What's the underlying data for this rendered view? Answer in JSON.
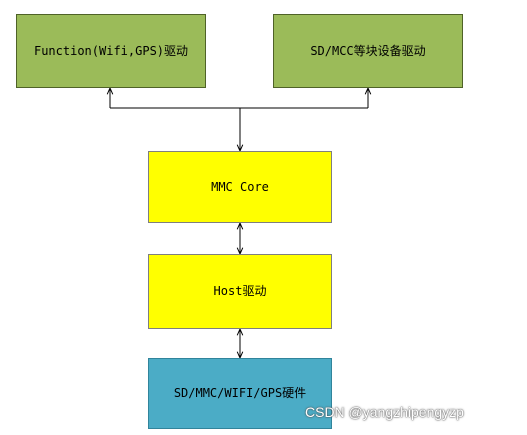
{
  "diagram": {
    "boxes": {
      "function_driver": {
        "label": "Function(Wifi,GPS)驱动",
        "color": "#9bbb59"
      },
      "block_driver": {
        "label": "SD/MCC等块设备驱动",
        "color": "#9bbb59"
      },
      "mmc_core": {
        "label": "MMC Core",
        "color": "#ffff00"
      },
      "host_driver": {
        "label": "Host驱动",
        "color": "#ffff00"
      },
      "hardware": {
        "label": "SD/MMC/WIFI/GPS硬件",
        "color": "#4bacc6"
      }
    },
    "connections": [
      {
        "from": "function_driver",
        "to": "mmc_core",
        "bidirectional": true
      },
      {
        "from": "block_driver",
        "to": "mmc_core",
        "bidirectional": true
      },
      {
        "from": "mmc_core",
        "to": "host_driver",
        "bidirectional": true
      },
      {
        "from": "host_driver",
        "to": "hardware",
        "bidirectional": true
      }
    ]
  },
  "watermark": "CSDN @yangzhipengyzp"
}
